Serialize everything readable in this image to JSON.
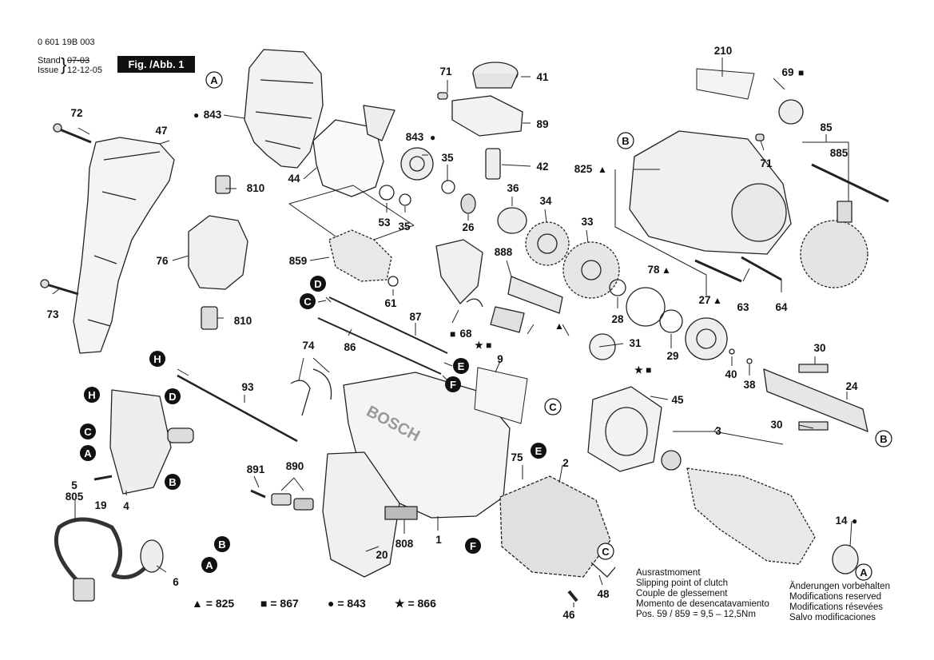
{
  "header": {
    "doc_number": "0 601 19B 003",
    "stand_label": "Stand",
    "issue_label": "Issue",
    "stand_old": "07-03",
    "issue_date": "12-12-05",
    "figure_label": "Fig. /Abb. 1"
  },
  "notes": {
    "clutch": [
      "Ausrastmoment",
      "Slipping point of clutch",
      "Couple de glessement",
      "Momento de desencatavamiento",
      "Pos.  59 / 859  =   9,5 – 12,5Nm"
    ],
    "changes": [
      "Änderungen vorbehalten",
      "Modifications reserved",
      "Modifications résevées",
      "Salvo modificaciones"
    ]
  },
  "legend": [
    {
      "symbol": "▲",
      "text": " = 825"
    },
    {
      "symbol": "■",
      "text": " = 867"
    },
    {
      "symbol": "●",
      "text": " = 843"
    },
    {
      "symbol": "★",
      "text": " = 866"
    }
  ],
  "brand": "BOSCH",
  "parts": [
    {
      "id": "p72",
      "label": "72"
    },
    {
      "id": "p47",
      "label": "47"
    },
    {
      "id": "p843a",
      "label": "843"
    },
    {
      "id": "p44",
      "label": "44"
    },
    {
      "id": "p810a",
      "label": "810"
    },
    {
      "id": "p76",
      "label": "76"
    },
    {
      "id": "p73",
      "label": "73"
    },
    {
      "id": "p810b",
      "label": "810"
    },
    {
      "id": "p71a",
      "label": "71"
    },
    {
      "id": "p41",
      "label": "41"
    },
    {
      "id": "p89",
      "label": "89"
    },
    {
      "id": "p843b",
      "label": "843"
    },
    {
      "id": "p42",
      "label": "42"
    },
    {
      "id": "p35a",
      "label": "35"
    },
    {
      "id": "p36",
      "label": "36"
    },
    {
      "id": "p53",
      "label": "53"
    },
    {
      "id": "p35b",
      "label": "35"
    },
    {
      "id": "p26",
      "label": "26"
    },
    {
      "id": "p34",
      "label": "34"
    },
    {
      "id": "p33",
      "label": "33"
    },
    {
      "id": "p859",
      "label": "859"
    },
    {
      "id": "p888",
      "label": "888"
    },
    {
      "id": "p61",
      "label": "61"
    },
    {
      "id": "p87",
      "label": "87"
    },
    {
      "id": "p86",
      "label": "86"
    },
    {
      "id": "p68",
      "label": "68"
    },
    {
      "id": "p74",
      "label": "74"
    },
    {
      "id": "p9",
      "label": "9"
    },
    {
      "id": "p93",
      "label": "93"
    },
    {
      "id": "p210",
      "label": "210"
    },
    {
      "id": "p69",
      "label": "69"
    },
    {
      "id": "p85",
      "label": "85"
    },
    {
      "id": "p885",
      "label": "885"
    },
    {
      "id": "p71b",
      "label": "71"
    },
    {
      "id": "p825",
      "label": "825"
    },
    {
      "id": "p78",
      "label": "78"
    },
    {
      "id": "p27",
      "label": "27"
    },
    {
      "id": "p63",
      "label": "63"
    },
    {
      "id": "p64",
      "label": "64"
    },
    {
      "id": "p28",
      "label": "28"
    },
    {
      "id": "p31",
      "label": "31"
    },
    {
      "id": "p29",
      "label": "29"
    },
    {
      "id": "p30a",
      "label": "30"
    },
    {
      "id": "p40",
      "label": "40"
    },
    {
      "id": "p38",
      "label": "38"
    },
    {
      "id": "p24",
      "label": "24"
    },
    {
      "id": "p30b",
      "label": "30"
    },
    {
      "id": "p45",
      "label": "45"
    },
    {
      "id": "p3",
      "label": "3"
    },
    {
      "id": "p75",
      "label": "75"
    },
    {
      "id": "p2",
      "label": "2"
    },
    {
      "id": "p891",
      "label": "891"
    },
    {
      "id": "p890",
      "label": "890"
    },
    {
      "id": "p5",
      "label": "5"
    },
    {
      "id": "p805",
      "label": "805"
    },
    {
      "id": "p19",
      "label": "19"
    },
    {
      "id": "p4",
      "label": "4"
    },
    {
      "id": "p6",
      "label": "6"
    },
    {
      "id": "p20",
      "label": "20"
    },
    {
      "id": "p808",
      "label": "808"
    },
    {
      "id": "p1",
      "label": "1"
    },
    {
      "id": "p14",
      "label": "14"
    },
    {
      "id": "p46",
      "label": "46"
    },
    {
      "id": "p48",
      "label": "48"
    }
  ],
  "callouts": [
    {
      "id": "cA1",
      "label": "A"
    },
    {
      "id": "cB1",
      "label": "B"
    },
    {
      "id": "cD1",
      "label": "D"
    },
    {
      "id": "cC1",
      "label": "C"
    },
    {
      "id": "cE1",
      "label": "E"
    },
    {
      "id": "cF1",
      "label": "F"
    },
    {
      "id": "cH1",
      "label": "H"
    },
    {
      "id": "cH2",
      "label": "H"
    },
    {
      "id": "cD2",
      "label": "D"
    },
    {
      "id": "cC2",
      "label": "C"
    },
    {
      "id": "cA2",
      "label": "A"
    },
    {
      "id": "cB2",
      "label": "B"
    },
    {
      "id": "cB3",
      "label": "B"
    },
    {
      "id": "cA3",
      "label": "A"
    },
    {
      "id": "cC3",
      "label": "C"
    },
    {
      "id": "cE2",
      "label": "E"
    },
    {
      "id": "cF2",
      "label": "F"
    },
    {
      "id": "cC4",
      "label": "C"
    },
    {
      "id": "cB4",
      "label": "B"
    },
    {
      "id": "cA4",
      "label": "A"
    }
  ],
  "part_markers": [
    {
      "id": "m843a",
      "symbol": "●"
    },
    {
      "id": "m843b",
      "symbol": "●"
    },
    {
      "id": "m69",
      "symbol": "■"
    },
    {
      "id": "m825",
      "symbol": "▲"
    },
    {
      "id": "m78",
      "symbol": "▲"
    },
    {
      "id": "m27",
      "symbol": "▲"
    },
    {
      "id": "m68",
      "symbol": "■"
    },
    {
      "id": "mStar1",
      "symbol": "★ ■"
    },
    {
      "id": "mTri",
      "symbol": "▲"
    },
    {
      "id": "mStar2",
      "symbol": "★ ■"
    },
    {
      "id": "m14",
      "symbol": "●"
    }
  ]
}
